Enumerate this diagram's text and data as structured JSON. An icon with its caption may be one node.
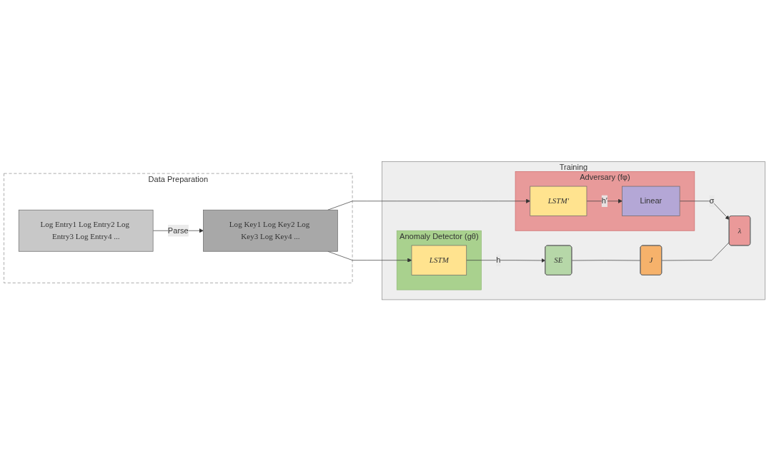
{
  "diagram": {
    "nodes": [
      {
        "text": [
          "Data Preparation"
        ]
      },
      {
        "text": [
          "Log Entry1 Log Entry2 Log Entry3 Log Entry4 ..."
        ],
        "in": 0
      },
      {
        "text": [
          "Log Key1 Log Key2 Log Key3 Log Key4 ..."
        ],
        "in": 0
      },
      {
        "text": [
          "Training"
        ]
      },
      {
        "text": [
          "Anomaly Detector (gθ)"
        ],
        "in": 3
      },
      {
        "text": [
          "LSTM"
        ],
        "in": 4
      },
      {
        "text": [
          "Adversary (fφ)"
        ],
        "in": 3
      },
      {
        "text": [
          "LSTM′"
        ],
        "in": 6
      },
      {
        "text": [
          "Linear"
        ],
        "in": 6
      },
      {
        "text": [
          "SE"
        ],
        "in": 3
      },
      {
        "text": [
          "J"
        ],
        "in": 3
      },
      {
        "text": [
          "λ"
        ],
        "in": 3
      }
    ],
    "edges": [
      {
        "from": 1,
        "to": 2,
        "arrow": "to",
        "label": "Parse"
      },
      {
        "from": 2,
        "to": 5,
        "arrow": "to"
      },
      {
        "from": 2,
        "to": 7,
        "arrow": "to"
      },
      {
        "from": 5,
        "to": 9,
        "arrow": "to",
        "label": "h"
      },
      {
        "from": 7,
        "to": 8,
        "arrow": "to",
        "label": "h′"
      },
      {
        "from": 8,
        "to": 11,
        "arrow": "to",
        "label": "σ"
      },
      {
        "from": 9,
        "to": 10,
        "arrow": "none"
      },
      {
        "from": 10,
        "to": 11,
        "arrow": "none"
      }
    ]
  }
}
